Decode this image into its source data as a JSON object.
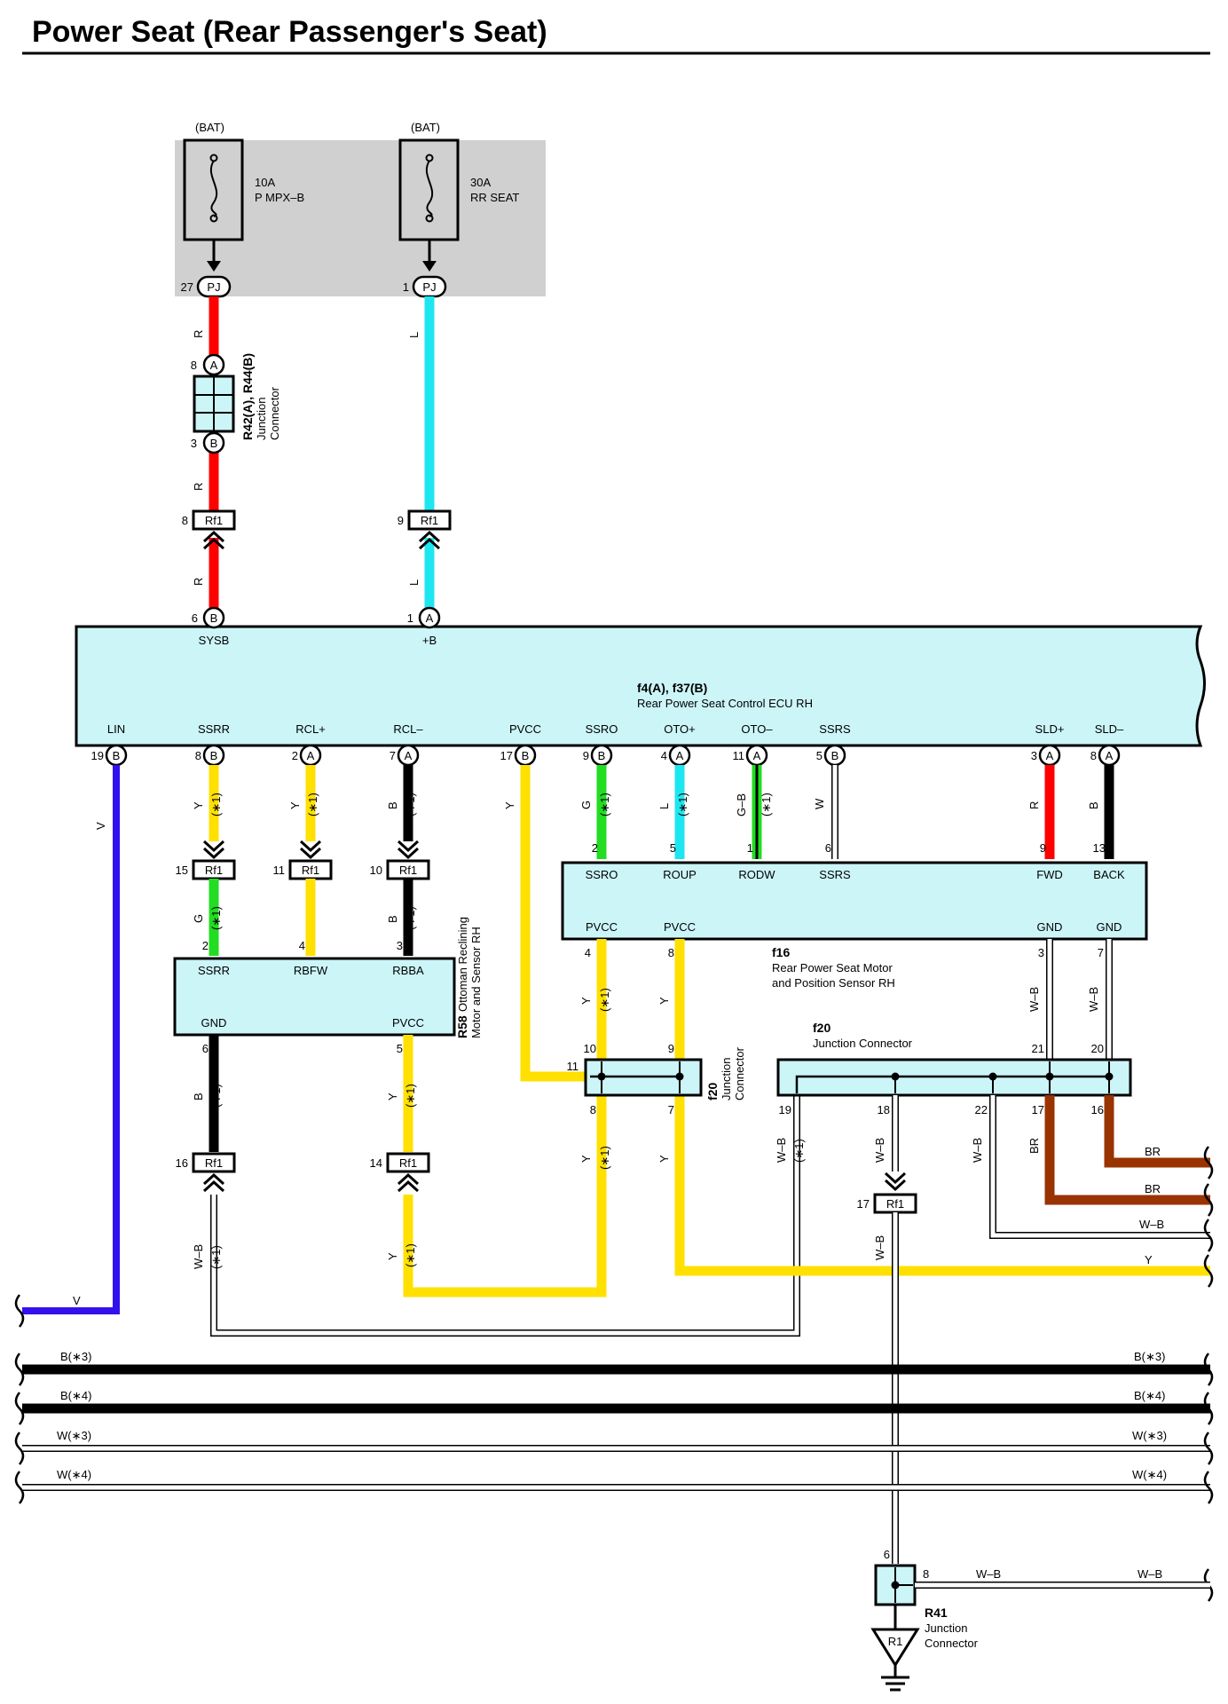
{
  "title": "Power Seat (Rear Passenger's Seat)",
  "colors": {
    "R": "#ff0000",
    "L": "#1ee6f0",
    "Y": "#ffe000",
    "B": "#000000",
    "G": "#22dd22",
    "V": "#3311ee",
    "BR": "#993300",
    "W": "#ffffff",
    "box": "#ccf5f8",
    "fusebox": "#d0d0d0"
  },
  "fuses": [
    {
      "source": "(BAT)",
      "rating": "10A",
      "name": "P MPX–B",
      "pin": "27",
      "conn": "PJ"
    },
    {
      "source": "(BAT)",
      "rating": "30A",
      "name": "RR SEAT",
      "pin": "1",
      "conn": "PJ"
    }
  ],
  "junction_r42": {
    "ref": "R42(A), R44(B)",
    "name_l1": "Junction",
    "name_l2": "Connector",
    "pin_a": "8",
    "conn_a": "A",
    "pin_b": "3",
    "conn_b": "B"
  },
  "rf1_label": "Rf1",
  "ecu": {
    "ref": "f4(A), f37(B)",
    "name": "Rear Power Seat Control ECU RH",
    "top_pins": [
      {
        "pin": "6",
        "conn": "B",
        "label": "SYSB"
      },
      {
        "pin": "1",
        "conn": "A",
        "label": "+B"
      }
    ],
    "bottom_pins": [
      {
        "pin": "19",
        "conn": "B",
        "label": "LIN"
      },
      {
        "pin": "8",
        "conn": "B",
        "label": "SSRR"
      },
      {
        "pin": "2",
        "conn": "A",
        "label": "RCL+"
      },
      {
        "pin": "7",
        "conn": "A",
        "label": "RCL–"
      },
      {
        "pin": "17",
        "conn": "B",
        "label": "PVCC"
      },
      {
        "pin": "9",
        "conn": "B",
        "label": "SSRO"
      },
      {
        "pin": "4",
        "conn": "A",
        "label": "OTO+"
      },
      {
        "pin": "11",
        "conn": "A",
        "label": "OTO–"
      },
      {
        "pin": "5",
        "conn": "B",
        "label": "SSRS"
      },
      {
        "pin": "3",
        "conn": "A",
        "label": "SLD+"
      },
      {
        "pin": "8",
        "conn": "A",
        "label": "SLD–"
      }
    ]
  },
  "motor_f16": {
    "ref": "f16",
    "name_l1": "Rear Power Seat Motor",
    "name_l2": "and Position Sensor RH",
    "top_pins": [
      {
        "pin": "2",
        "label": "SSRO"
      },
      {
        "pin": "5",
        "label": "ROUP"
      },
      {
        "pin": "1",
        "label": "RODW"
      },
      {
        "pin": "6",
        "label": "SSRS"
      },
      {
        "pin": "9",
        "label": "FWD"
      },
      {
        "pin": "13",
        "label": "BACK"
      }
    ],
    "bottom_pins": [
      {
        "pin": "4",
        "label": "PVCC"
      },
      {
        "pin": "8",
        "label": "PVCC"
      },
      {
        "pin": "3",
        "label": "GND"
      },
      {
        "pin": "7",
        "label": "GND"
      }
    ]
  },
  "ottoman_r58": {
    "ref": "R58",
    "name_l1": "Ottoman Reclining",
    "name_l2": "Motor and Sensor RH",
    "top_pins": [
      {
        "pin": "2",
        "label": "SSRR"
      },
      {
        "pin": "4",
        "label": "RBFW"
      },
      {
        "pin": "3",
        "label": "RBBA"
      }
    ],
    "bottom_pins": [
      {
        "pin": "6",
        "label": "GND"
      },
      {
        "pin": "5",
        "label": "PVCC"
      }
    ]
  },
  "jc_small": {
    "ref": "f20",
    "name_l1": "Junction",
    "name_l2": "Connector",
    "pins": [
      "11",
      "10",
      "9",
      "8",
      "7"
    ]
  },
  "jc_big": {
    "ref": "f20",
    "name": "Junction Connector",
    "pins": [
      "21",
      "20",
      "19",
      "18",
      "22",
      "17",
      "16"
    ]
  },
  "rf1_pins": {
    "a": "8",
    "b": "9",
    "c": "15",
    "d": "11",
    "e": "10",
    "f": "16",
    "g": "14",
    "h": "17"
  },
  "r41": {
    "ref": "R41",
    "name_l1": "Junction",
    "name_l2": "Connector",
    "pin_top": "6",
    "pin_right": "8",
    "ground": "R1"
  },
  "wire_labels": {
    "R": "R",
    "L": "L",
    "Y": "Y",
    "B": "B",
    "G": "G",
    "W": "W",
    "V": "V",
    "GB": "G–B",
    "WB": "W–B",
    "BR": "BR",
    "star1": "(∗1)",
    "B3": "B(∗3)",
    "B4": "B(∗4)",
    "W3": "W(∗3)",
    "W4": "W(∗4)"
  }
}
